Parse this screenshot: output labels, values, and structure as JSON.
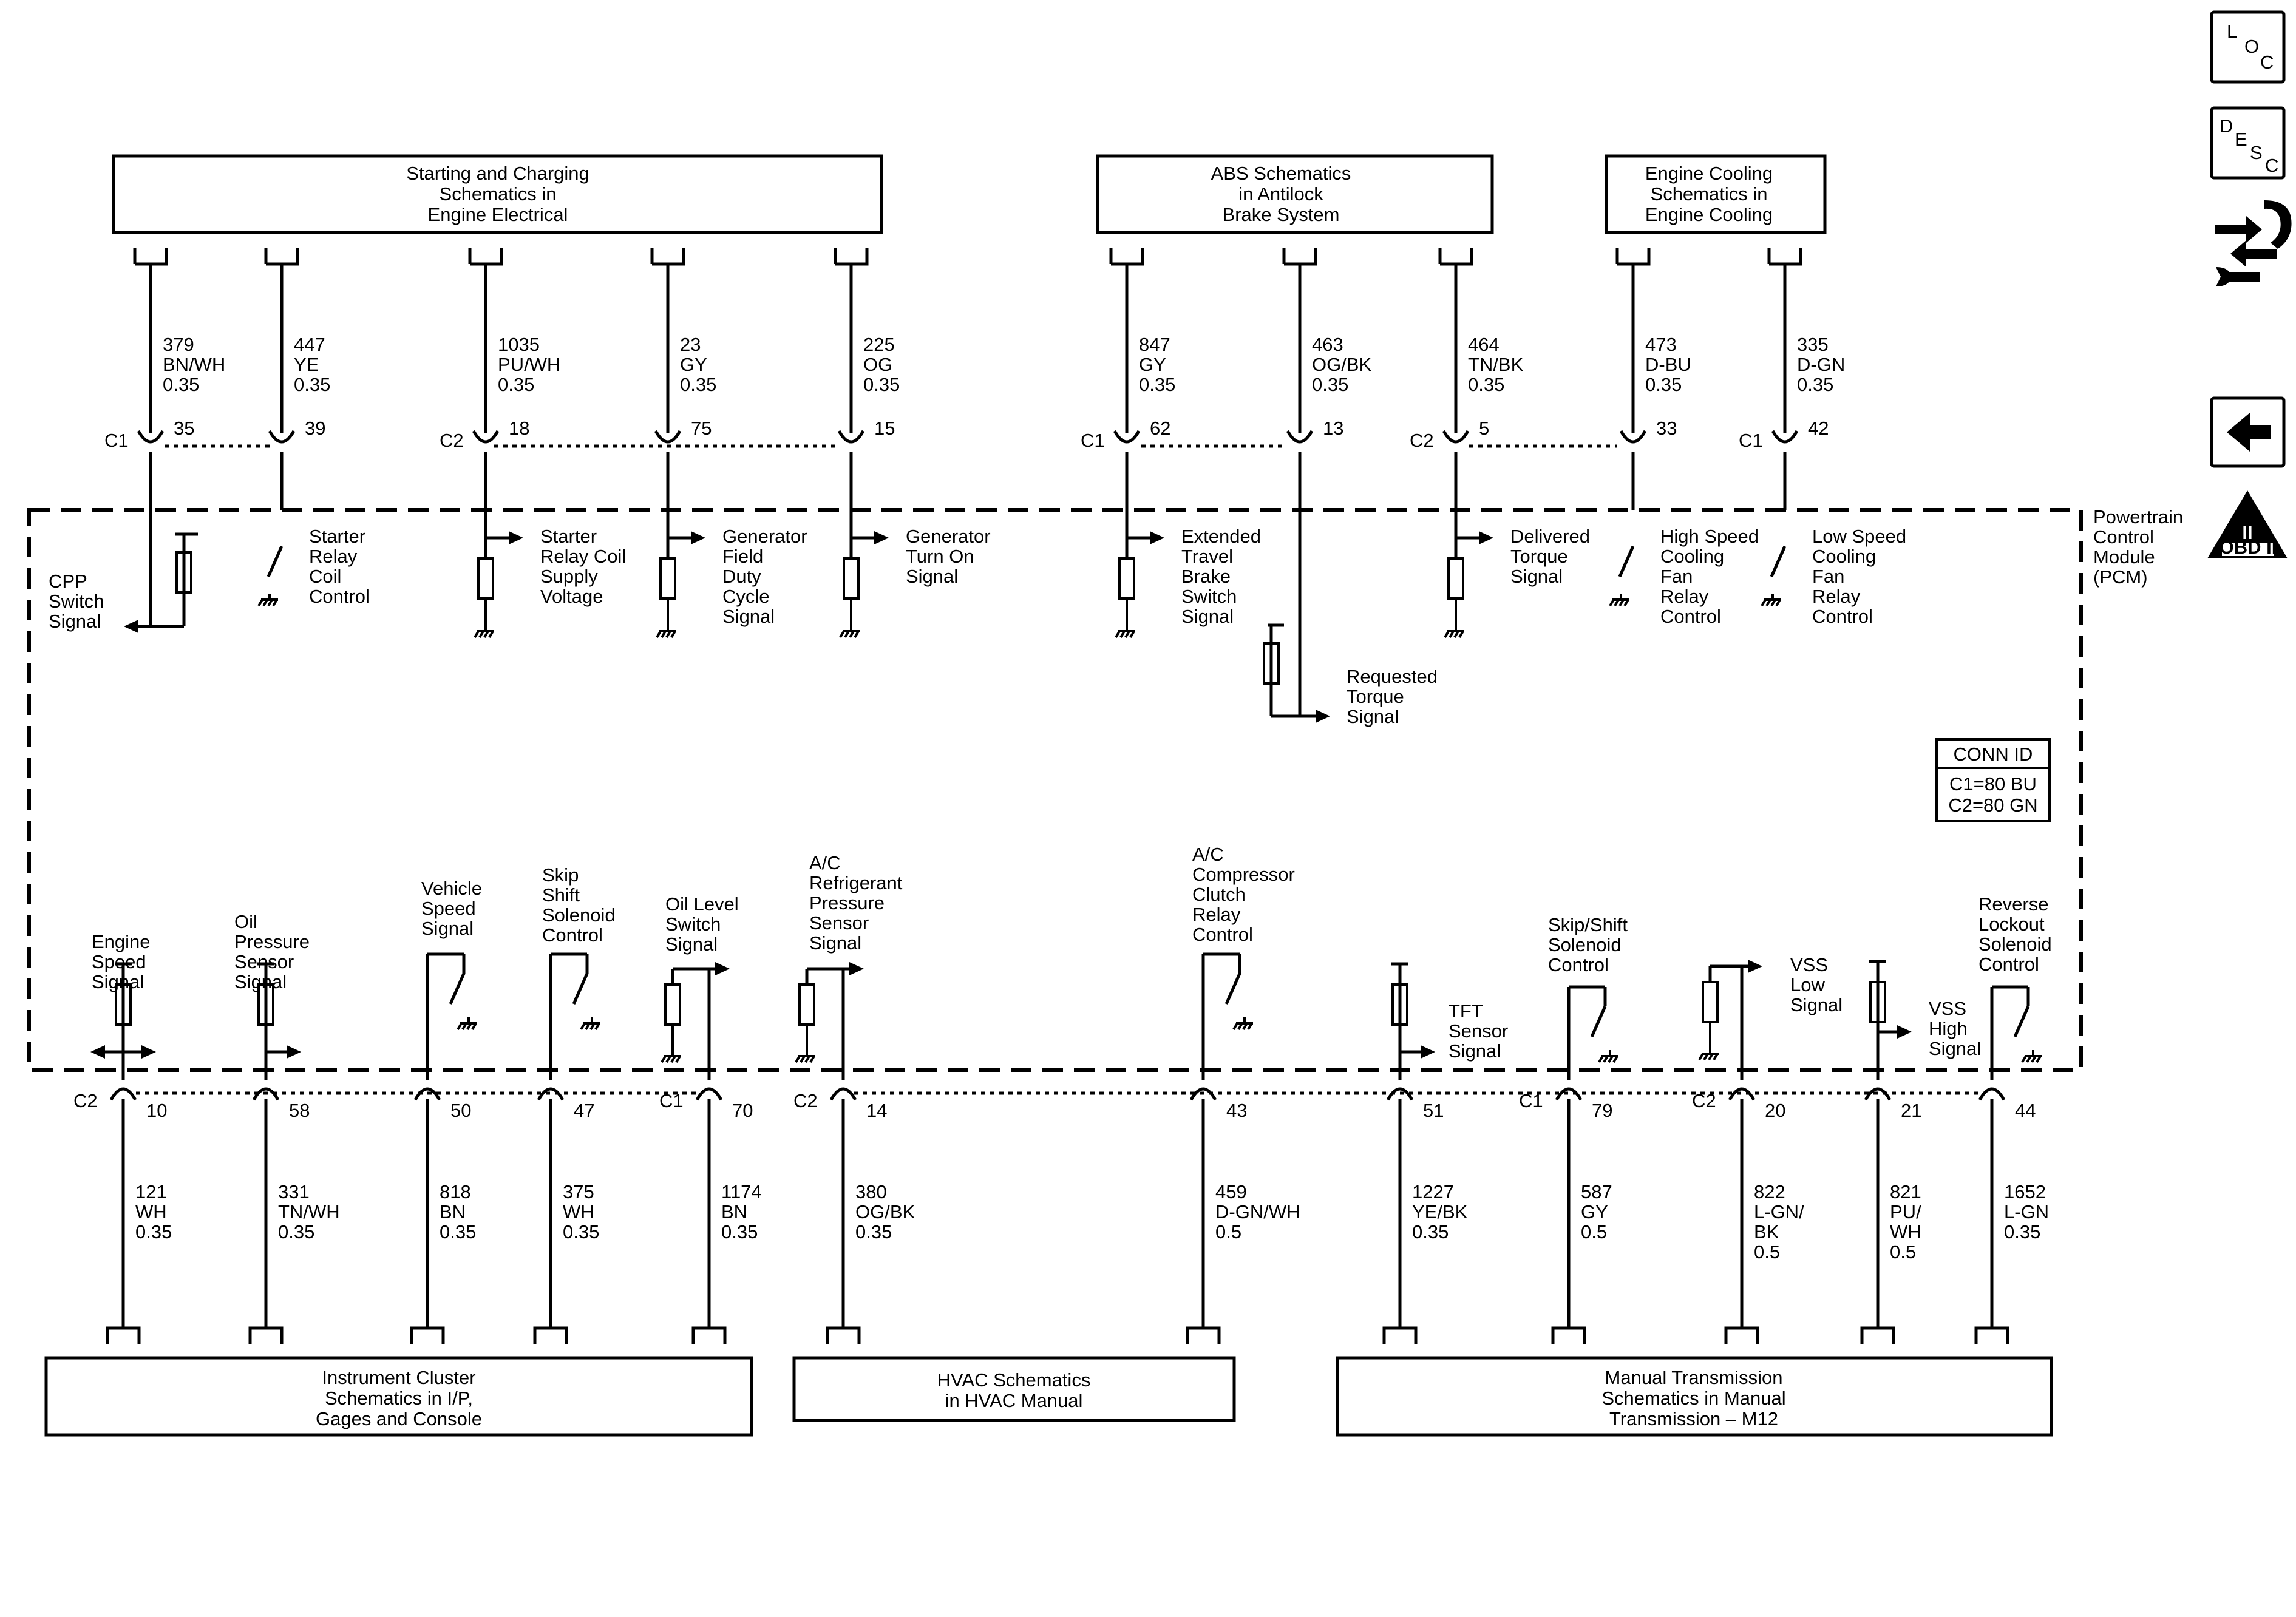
{
  "top_boxes": [
    {
      "lines": [
        "Starting and Charging",
        "Schematics in",
        "Engine Electrical"
      ]
    },
    {
      "lines": [
        "ABS Schematics",
        "in Antilock",
        "Brake System"
      ]
    },
    {
      "lines": [
        "Engine Cooling",
        "Schematics in",
        "Engine Cooling"
      ]
    }
  ],
  "bottom_boxes": [
    {
      "lines": [
        "Instrument Cluster",
        "Schematics in I/P,",
        "Gages and Console"
      ]
    },
    {
      "lines": [
        "HVAC Schematics",
        "in HVAC Manual"
      ]
    },
    {
      "lines": [
        "Manual Transmission",
        "Schematics in Manual",
        "Transmission – M12"
      ]
    }
  ],
  "module_label": [
    "Powertrain",
    "Control",
    "Module",
    "(PCM)"
  ],
  "conn_id": {
    "title": "CONN ID",
    "lines": [
      "C1=80 BU",
      "C2=80 GN"
    ]
  },
  "side_icons": {
    "loc": [
      "L",
      "O",
      "C"
    ],
    "desc": [
      "D",
      "E",
      "S",
      "C"
    ],
    "obd": "OBD II",
    "obd_numeral": "II"
  },
  "top_wires": [
    {
      "connector": "C1",
      "pin": "35",
      "circuit": "379",
      "color": "BN/WH",
      "size": "0.35",
      "signal": [
        "CPP",
        "Switch",
        "Signal"
      ]
    },
    {
      "connector": "",
      "pin": "39",
      "circuit": "447",
      "color": "YE",
      "size": "0.35",
      "signal": [
        "Starter",
        "Relay",
        "Coil",
        "Control"
      ]
    },
    {
      "connector": "C2",
      "pin": "18",
      "circuit": "1035",
      "color": "PU/WH",
      "size": "0.35",
      "signal": [
        "Starter",
        "Relay Coil",
        "Supply",
        "Voltage"
      ]
    },
    {
      "connector": "",
      "pin": "75",
      "circuit": "23",
      "color": "GY",
      "size": "0.35",
      "signal": [
        "Generator",
        "Field",
        "Duty",
        "Cycle",
        "Signal"
      ]
    },
    {
      "connector": "",
      "pin": "15",
      "circuit": "225",
      "color": "OG",
      "size": "0.35",
      "signal": [
        "Generator",
        "Turn On",
        "Signal"
      ]
    },
    {
      "connector": "C1",
      "pin": "62",
      "circuit": "847",
      "color": "GY",
      "size": "0.35",
      "signal": [
        "Extended",
        "Travel",
        "Brake",
        "Switch",
        "Signal"
      ]
    },
    {
      "connector": "",
      "pin": "13",
      "circuit": "463",
      "color": "OG/BK",
      "size": "0.35",
      "signal": [
        "Requested",
        "Torque",
        "Signal"
      ]
    },
    {
      "connector": "C2",
      "pin": "5",
      "circuit": "464",
      "color": "TN/BK",
      "size": "0.35",
      "signal": [
        "Delivered",
        "Torque",
        "Signal"
      ]
    },
    {
      "connector": "",
      "pin": "33",
      "circuit": "473",
      "color": "D-BU",
      "size": "0.35",
      "signal": [
        "High Speed",
        "Cooling",
        "Fan",
        "Relay",
        "Control"
      ]
    },
    {
      "connector": "C1",
      "pin": "42",
      "circuit": "335",
      "color": "D-GN",
      "size": "0.35",
      "signal": [
        "Low Speed",
        "Cooling",
        "Fan",
        "Relay",
        "Control"
      ]
    }
  ],
  "bottom_wires": [
    {
      "connector": "C2",
      "pin": "10",
      "circuit": "121",
      "color": "WH",
      "size": "0.35",
      "signal": [
        "Engine",
        "Speed",
        "Signal"
      ]
    },
    {
      "connector": "",
      "pin": "58",
      "circuit": "331",
      "color": "TN/WH",
      "size": "0.35",
      "signal": [
        "Oil",
        "Pressure",
        "Sensor",
        "Signal"
      ]
    },
    {
      "connector": "",
      "pin": "50",
      "circuit": "818",
      "color": "BN",
      "size": "0.35",
      "signal": [
        "Vehicle",
        "Speed",
        "Signal"
      ]
    },
    {
      "connector": "",
      "pin": "47",
      "circuit": "375",
      "color": "WH",
      "size": "0.35",
      "signal": [
        "Skip",
        "Shift",
        "Solenoid",
        "Control"
      ]
    },
    {
      "connector": "C1",
      "pin": "70",
      "circuit": "1174",
      "color": "BN",
      "size": "0.35",
      "signal": [
        "Oil Level",
        "Switch",
        "Signal"
      ]
    },
    {
      "connector": "C2",
      "pin": "14",
      "circuit": "380",
      "color": "OG/BK",
      "size": "0.35",
      "signal": [
        "A/C",
        "Refrigerant",
        "Pressure",
        "Sensor",
        "Signal"
      ]
    },
    {
      "connector": "",
      "pin": "43",
      "circuit": "459",
      "color": "D-GN/WH",
      "size": "0.5",
      "signal": [
        "A/C",
        "Compressor",
        "Clutch",
        "Relay",
        "Control"
      ]
    },
    {
      "connector": "",
      "pin": "51",
      "circuit": "1227",
      "color": "YE/BK",
      "size": "0.35",
      "signal": [
        "TFT",
        "Sensor",
        "Signal"
      ]
    },
    {
      "connector": "C1",
      "pin": "79",
      "circuit": "587",
      "color": "GY",
      "size": "0.5",
      "signal": [
        "Skip/Shift",
        "Solenoid",
        "Control"
      ]
    },
    {
      "connector": "C2",
      "pin": "20",
      "circuit": "822",
      "color": "L-GN/",
      "color2": "BK",
      "size": "0.5",
      "signal": [
        "VSS",
        "Low",
        "Signal"
      ]
    },
    {
      "connector": "",
      "pin": "21",
      "circuit": "821",
      "color": "PU/",
      "color2": "WH",
      "size": "0.5",
      "signal": [
        "VSS",
        "High",
        "Signal"
      ]
    },
    {
      "connector": "",
      "pin": "44",
      "circuit": "1652",
      "color": "L-GN",
      "size": "0.35",
      "signal": [
        "Reverse",
        "Lockout",
        "Solenoid",
        "Control"
      ]
    }
  ]
}
